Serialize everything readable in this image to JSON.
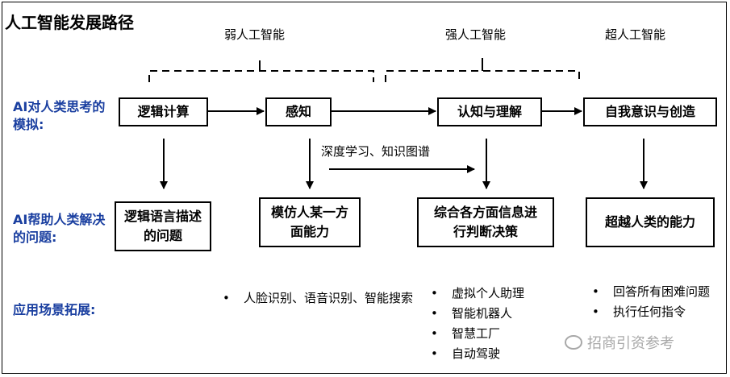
{
  "title": "人工智能发展路径",
  "stages": {
    "weak": "弱人工智能",
    "strong": "强人工智能",
    "super": "超人工智能"
  },
  "rows": {
    "simulation_label": "AI对人类思考的模拟:",
    "problem_label": "AI帮助人类解决的问题:",
    "application_label": "应用场景拓展:"
  },
  "simulation_boxes": [
    "逻辑计算",
    "感知",
    "认知与理解",
    "自我意识与创造"
  ],
  "middle_label": "深度学习、知识图谱",
  "problem_boxes": [
    "逻辑语言描述的问题",
    "模仿人某一方面能力",
    "综合各方面信息进行判断决策",
    "超越人类的能力"
  ],
  "applications": {
    "col1": [
      "人脸识别、语音识别、智能搜索"
    ],
    "col2": [
      "虚拟个人助理",
      "智能机器人",
      "智慧工厂",
      "自动驾驶"
    ],
    "col3": [
      "回答所有困难问题",
      "执行任何指令"
    ]
  },
  "watermark": "招商引资参考"
}
